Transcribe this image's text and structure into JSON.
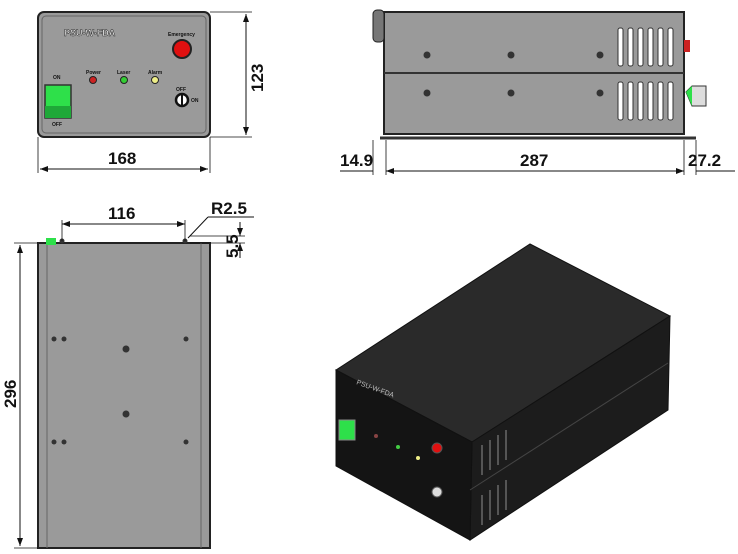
{
  "product": {
    "model": "PSU-W-FDA"
  },
  "front_panel": {
    "emergency_label": "Emergency",
    "power_label": "Power",
    "laser_label": "Laser",
    "alarm_label": "Alarm",
    "switch_on_label": "ON",
    "switch_off_label": "OFF",
    "key_off_label": "OFF",
    "key_on_label": "ON"
  },
  "dimensions": {
    "front_width": "168",
    "front_height": "123",
    "side_left_offset": "14.9",
    "side_length": "287",
    "side_right_offset": "27.2",
    "top_hole_spacing": "116",
    "top_radius": "R2.5",
    "top_hole_offset": "5.5",
    "top_length": "296"
  },
  "colors": {
    "panel": "#9a9a9a",
    "green": "#2ee04a",
    "red": "#e01010",
    "body3d": "#1c1c1c"
  }
}
